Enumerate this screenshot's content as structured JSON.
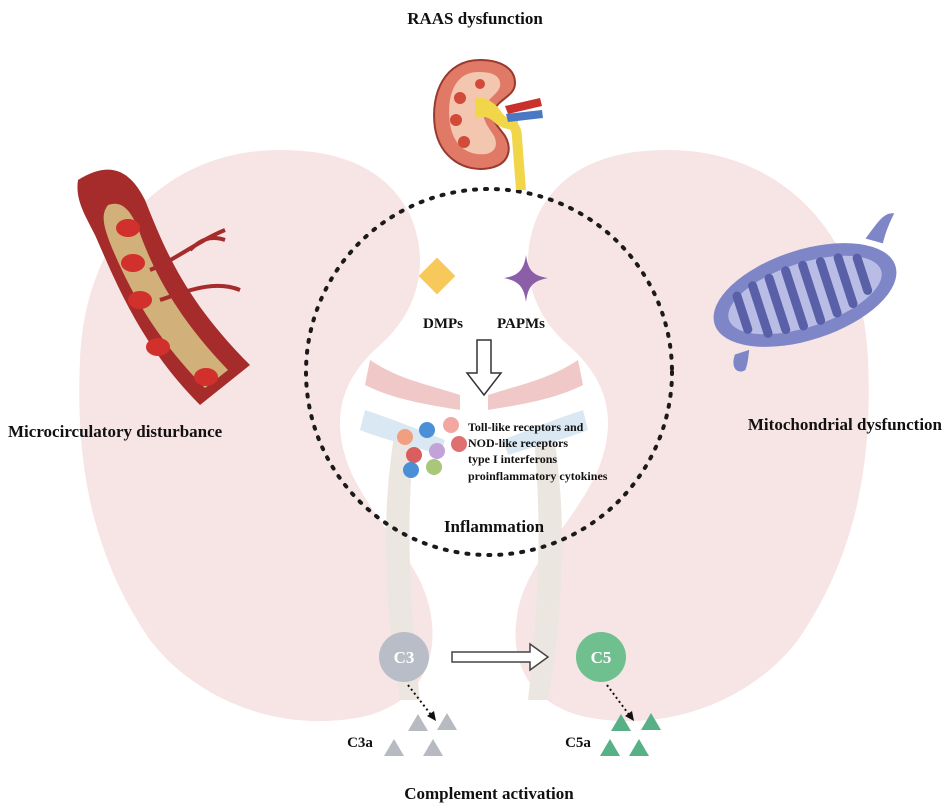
{
  "labels": {
    "raas": "RAAS dysfunction",
    "micro": "Microcirculatory disturbance",
    "mito": "Mitochondrial dysfunction",
    "dmps": "DMPs",
    "papms": "PAPMs",
    "receptors": [
      "Toll-like receptors and",
      "NOD-like receptors",
      "type I interferons",
      "proinflammatory cytokines"
    ],
    "inflammation": "Inflammation",
    "c3": "C3",
    "c5": "C5",
    "c3a": "C3a",
    "c5a": "C5a",
    "complement": "Complement activation"
  },
  "colors": {
    "kidney_bg": "#f7e4e4",
    "kidney_shadow": "#efd3d3",
    "c3_fill": "#b9bdc8",
    "c5_fill": "#6fbf8f",
    "c3a_tri": "#b8bac2",
    "c5a_tri": "#58b086",
    "dmp": "#f7c95a",
    "papm": "#8b5fa8",
    "mito": "#7f86c8",
    "vessel_wall": "#a62b2b",
    "vessel_inner": "#d2b07a",
    "rbc": "#d2302c"
  },
  "icons": [
    "kidney-icon",
    "blood-vessel-icon",
    "mitochondrion-icon",
    "diamond-icon",
    "star-icon",
    "arrow-down-icon",
    "arrow-right-icon"
  ]
}
